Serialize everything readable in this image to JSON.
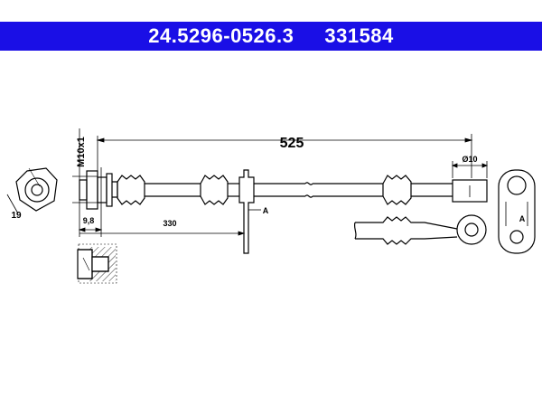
{
  "header": {
    "part_number": "24.5296-0526.3",
    "reference_number": "331584",
    "background_color": "#1a0fe6",
    "text_color": "#ffffff"
  },
  "dimensions": {
    "total_length": "525",
    "thread": "M10x1",
    "hex_size": "19",
    "end_length": "9,8",
    "bracket_distance": "330",
    "bore_diameter": "Ø10",
    "view_label_a": "A",
    "section_label_a": "A"
  }
}
